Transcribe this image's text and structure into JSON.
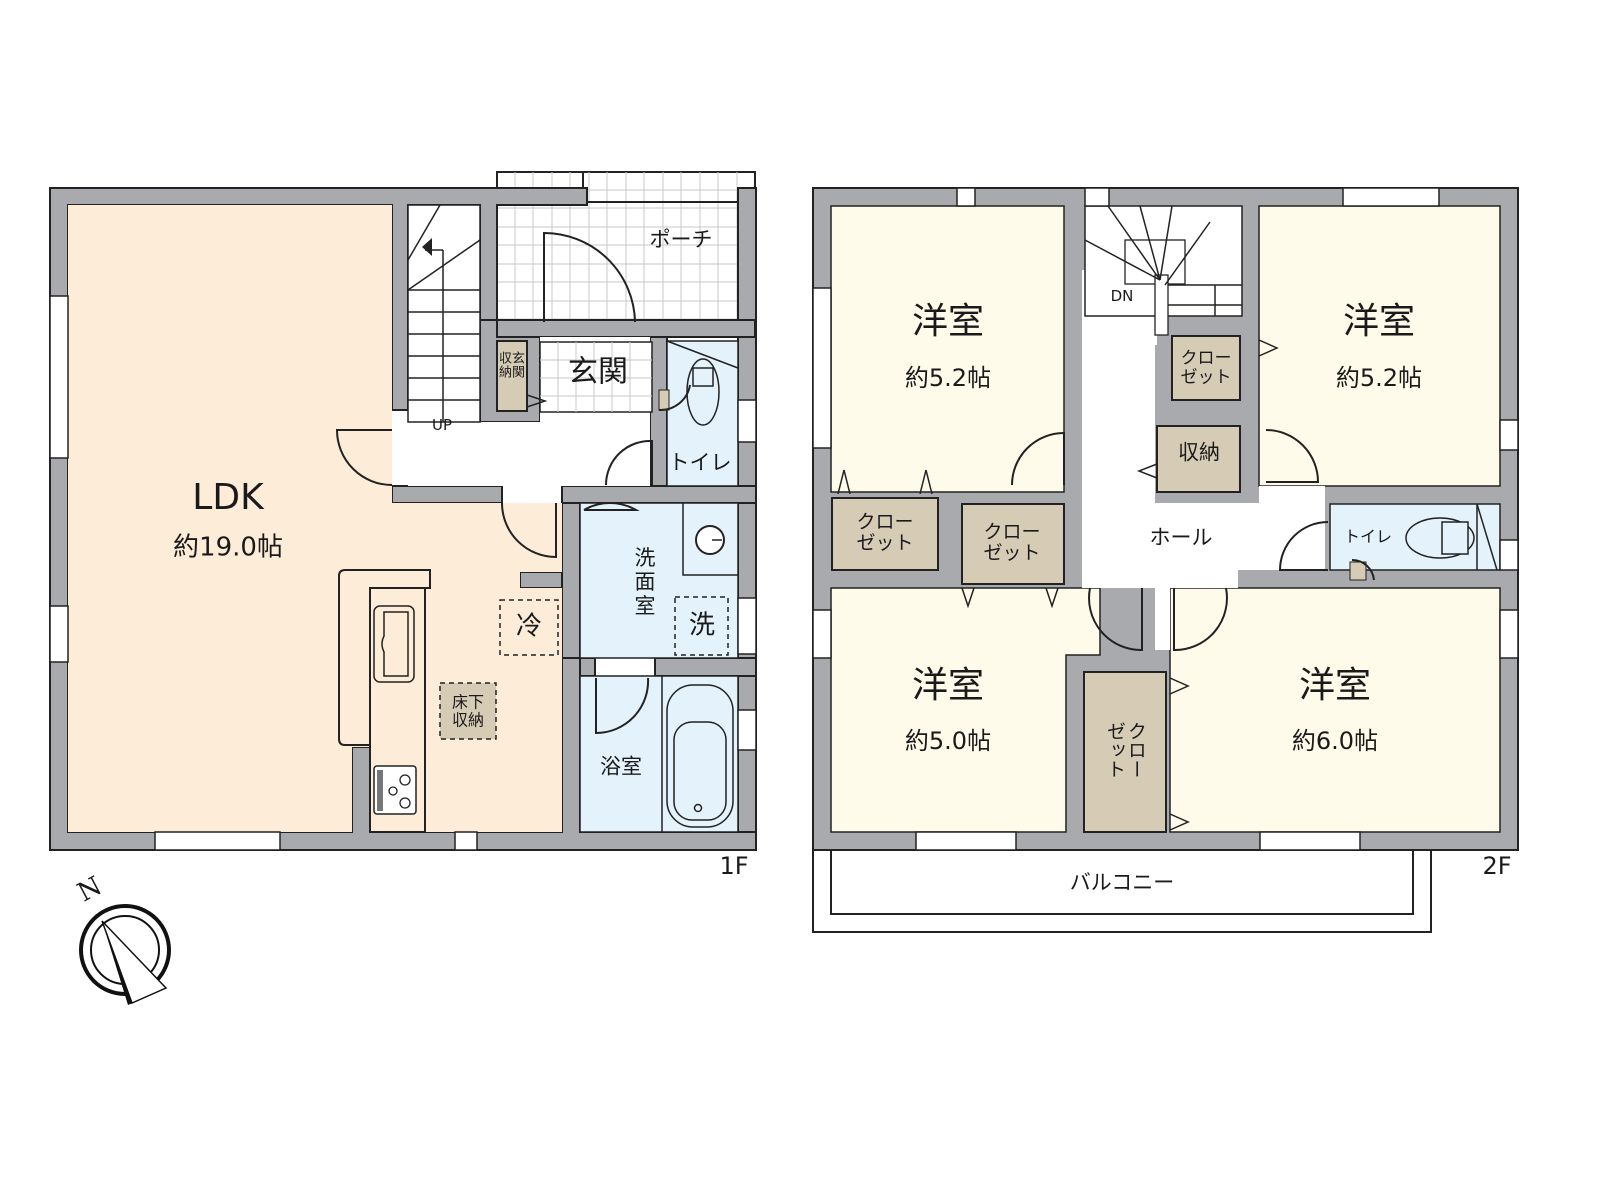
{
  "floors": [
    {
      "id": "1F",
      "label": "1F",
      "rooms": {
        "ldk": {
          "name": "LDK",
          "area": "約19.0帖"
        },
        "entrance": {
          "name": "玄関"
        },
        "entrance_storage": {
          "name_line1": "収玄",
          "name_line2": "納関"
        },
        "porch": {
          "name": "ポーチ"
        },
        "toilet": {
          "name": "トイレ"
        },
        "washroom": {
          "name_line1": "洗",
          "name_line2": "面",
          "name_line3": "室"
        },
        "bath": {
          "name": "浴室"
        },
        "stairs": {
          "label": "UP"
        }
      },
      "fixtures": {
        "fridge": "冷",
        "washer": "洗",
        "underfloor_storage": {
          "line1": "床下",
          "line2": "収納"
        }
      }
    },
    {
      "id": "2F",
      "label": "2F",
      "rooms": {
        "western_nw": {
          "name": "洋室",
          "area": "約5.2帖"
        },
        "western_ne": {
          "name": "洋室",
          "area": "約5.2帖"
        },
        "western_sw": {
          "name": "洋室",
          "area": "約5.0帖"
        },
        "western_se": {
          "name": "洋室",
          "area": "約6.0帖"
        },
        "hall": {
          "name": "ホール"
        },
        "toilet": {
          "name": "トイレ"
        },
        "storage": {
          "name": "収納"
        },
        "closet_ne": {
          "line1": "クロー",
          "line2": "ゼット"
        },
        "closet_nw": {
          "line1": "クロー",
          "line2": "ゼット"
        },
        "closet_center": {
          "line1": "クロー",
          "line2": "ゼット"
        },
        "closet_vertical": {
          "col1": "クロー",
          "col2": "ゼット"
        },
        "balcony": {
          "name": "バルコニー"
        },
        "stairs": {
          "label": "DN"
        }
      }
    }
  ],
  "compass": {
    "label": "N"
  },
  "colors": {
    "wall": "#a9aaad",
    "ldk": "#fdecd8",
    "wet_area": "#e3f2fb",
    "western_room": "#fefbea",
    "storage": "#d6ccb6"
  }
}
